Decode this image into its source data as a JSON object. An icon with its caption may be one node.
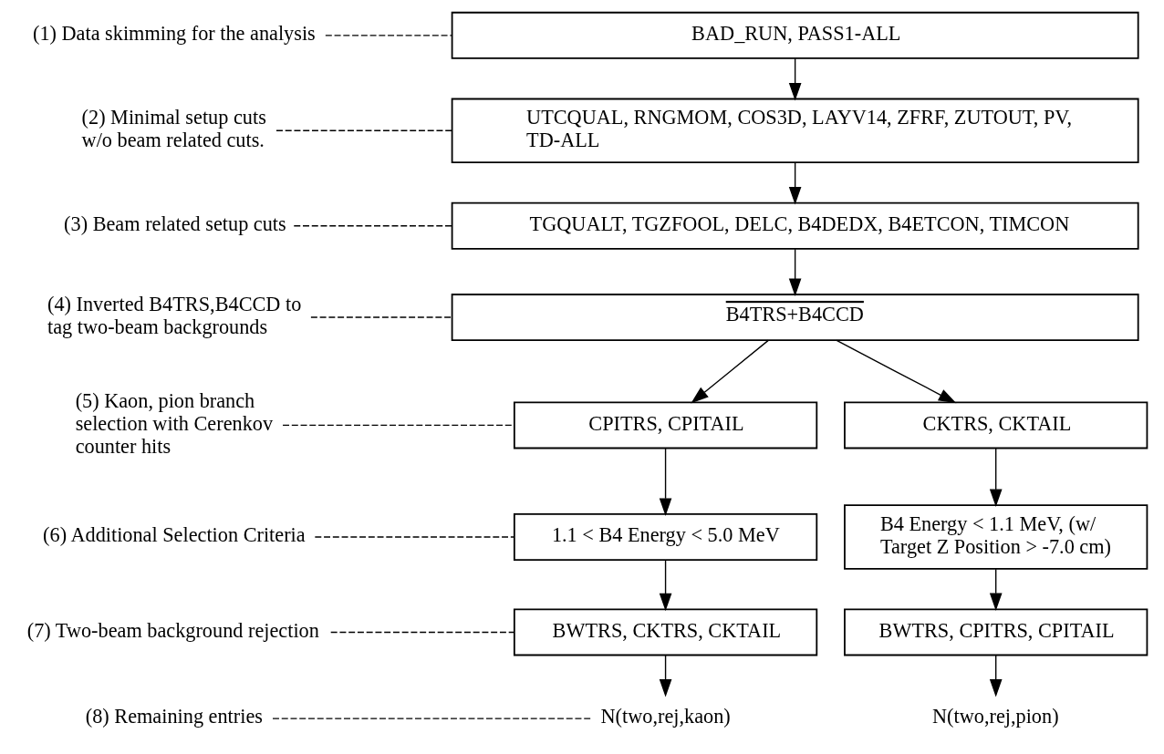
{
  "diagram": {
    "nodes": [
      {
        "text": [
          "(1) Data skimming for the analysis"
        ]
      },
      {
        "text": [
          "BAD_RUN, PASS1-ALL"
        ]
      },
      {
        "text": [
          "(2) Minimal setup cuts w/o beam related cuts."
        ]
      },
      {
        "text": [
          "UTCQUAL, RNGMOM, COS3D, LAYV14, ZFRF, ZUTOUT, PV, TD-ALL"
        ]
      },
      {
        "text": [
          "(3) Beam related setup cuts"
        ]
      },
      {
        "text": [
          "TGQUALT, TGZFOOL, DELC, B4DEDX, B4ETCON, TIMCON"
        ]
      },
      {
        "text": [
          "(4) Inverted B4TRS,B4CCD to tag two-beam backgrounds"
        ]
      },
      {
        "text": [
          "B4TRS+B4CCD"
        ]
      },
      {
        "text": [
          "(5) Kaon, pion branch selection with Cerenkov counter hits"
        ]
      },
      {
        "text": [
          "CPITRS, CPITAIL"
        ]
      },
      {
        "text": [
          "CKTRS, CKTAIL"
        ]
      },
      {
        "text": [
          "(6) Additional Selection Criteria"
        ]
      },
      {
        "text": [
          "1.1 < B4 Energy < 5.0 MeV"
        ]
      },
      {
        "text": [
          "B4 Energy < 1.1 MeV, (w/ Target Z Position > -7.0 cm)"
        ]
      },
      {
        "text": [
          "(7) Two-beam background rejection"
        ]
      },
      {
        "text": [
          "BWTRS, CKTRS, CKTAIL"
        ]
      },
      {
        "text": [
          "BWTRS, CPITRS, CPITAIL"
        ]
      },
      {
        "text": [
          "(8) Remaining entries"
        ]
      },
      {
        "text": [
          "N(two,rej,kaon)"
        ]
      },
      {
        "text": [
          "N(two,rej,pion)"
        ]
      }
    ],
    "edges": [
      {
        "from": 0,
        "to": 1,
        "arrow": "none",
        "style": "dashed"
      },
      {
        "from": 2,
        "to": 3,
        "arrow": "none",
        "style": "dashed"
      },
      {
        "from": 4,
        "to": 5,
        "arrow": "none",
        "style": "dashed"
      },
      {
        "from": 6,
        "to": 7,
        "arrow": "none",
        "style": "dashed"
      },
      {
        "from": 8,
        "to": 9,
        "arrow": "none",
        "style": "dashed"
      },
      {
        "from": 11,
        "to": 12,
        "arrow": "none",
        "style": "dashed"
      },
      {
        "from": 14,
        "to": 15,
        "arrow": "none",
        "style": "dashed"
      },
      {
        "from": 17,
        "to": 18,
        "arrow": "none",
        "style": "dashed"
      },
      {
        "from": 1,
        "to": 3,
        "arrow": "to"
      },
      {
        "from": 3,
        "to": 5,
        "arrow": "to"
      },
      {
        "from": 5,
        "to": 7,
        "arrow": "to"
      },
      {
        "from": 7,
        "to": 9,
        "arrow": "to"
      },
      {
        "from": 7,
        "to": 10,
        "arrow": "to"
      },
      {
        "from": 9,
        "to": 12,
        "arrow": "to"
      },
      {
        "from": 10,
        "to": 13,
        "arrow": "to"
      },
      {
        "from": 12,
        "to": 15,
        "arrow": "to"
      },
      {
        "from": 13,
        "to": 16,
        "arrow": "to"
      },
      {
        "from": 15,
        "to": 18,
        "arrow": "to"
      },
      {
        "from": 16,
        "to": 19,
        "arrow": "to"
      }
    ]
  }
}
